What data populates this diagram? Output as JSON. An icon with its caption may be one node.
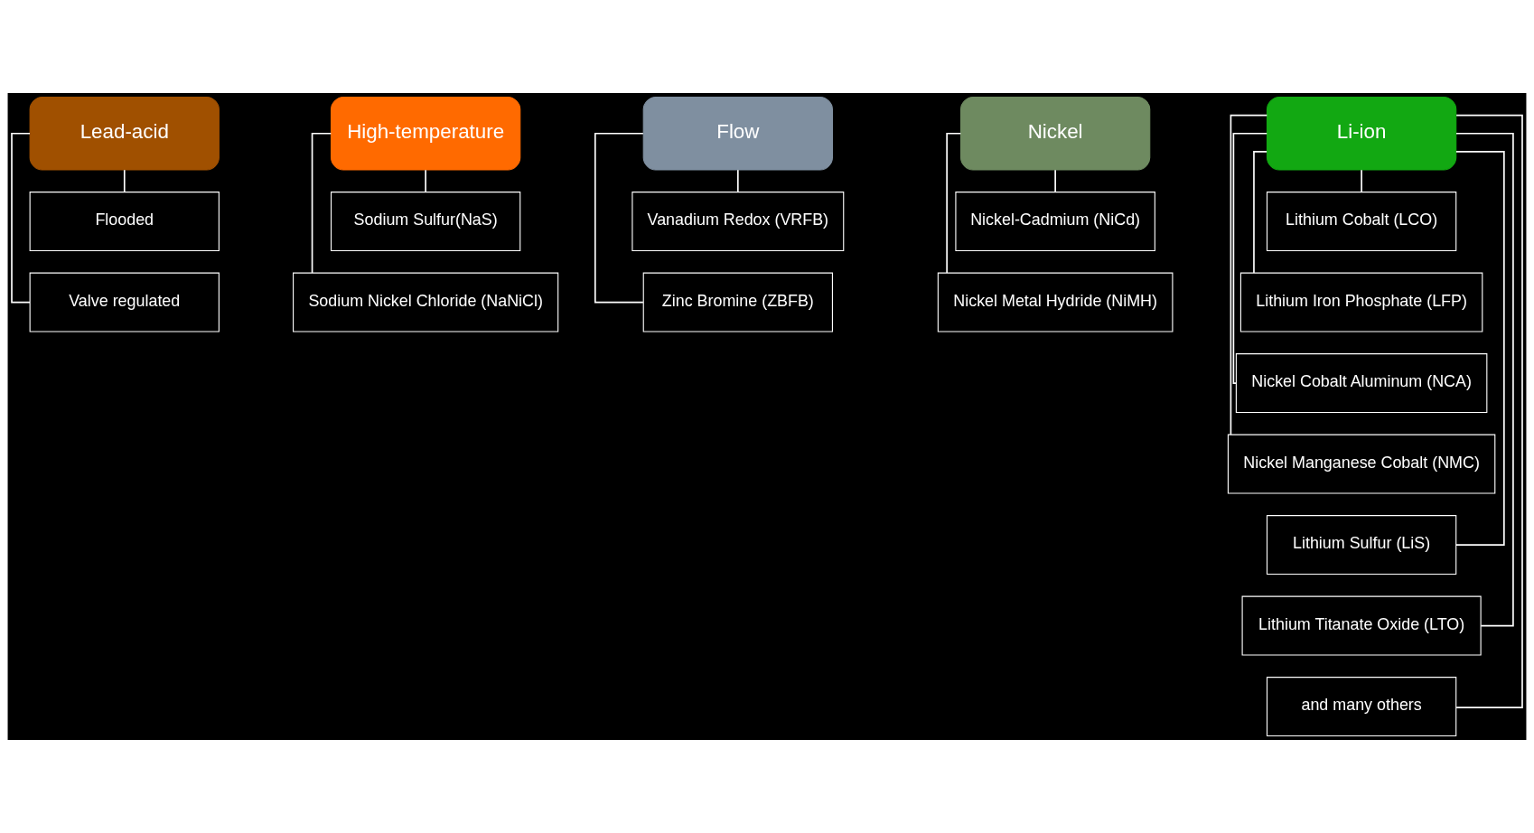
{
  "diagram": {
    "nodes": [
      {
        "text": [
          "Lead-acid"
        ]
      },
      {
        "text": [
          "Flooded"
        ]
      },
      {
        "text": [
          "Valve regulated"
        ]
      },
      {
        "text": [
          "High-temperature"
        ]
      },
      {
        "text": [
          "Sodium Sulfur(NaS)"
        ]
      },
      {
        "text": [
          "Sodium Nickel Chloride (NaNiCl)"
        ]
      },
      {
        "text": [
          "Flow"
        ]
      },
      {
        "text": [
          "Vanadium Redox (VRFB)"
        ]
      },
      {
        "text": [
          "Zinc Bromine (ZBFB)"
        ]
      },
      {
        "text": [
          "Nickel"
        ]
      },
      {
        "text": [
          "Nickel-Cadmium (NiCd)"
        ]
      },
      {
        "text": [
          "Nickel Metal Hydride (NiMH)"
        ]
      },
      {
        "text": [
          "Li-ion"
        ]
      },
      {
        "text": [
          "Lithium Cobalt (LCO)"
        ]
      },
      {
        "text": [
          "Lithium Iron Phosphate (LFP)"
        ]
      },
      {
        "text": [
          "Nickel Cobalt Aluminum (NCA)"
        ]
      },
      {
        "text": [
          "Nickel Manganese Cobalt (NMC)"
        ]
      },
      {
        "text": [
          "Lithium Sulfur (LiS)"
        ]
      },
      {
        "text": [
          "Lithium Titanate Oxide (LTO)"
        ]
      },
      {
        "text": [
          "and many others"
        ]
      }
    ],
    "edges": [
      {
        "from": 0,
        "to": 1,
        "arrow": "none"
      },
      {
        "from": 0,
        "to": 2,
        "arrow": "none"
      },
      {
        "from": 3,
        "to": 4,
        "arrow": "none"
      },
      {
        "from": 3,
        "to": 5,
        "arrow": "none"
      },
      {
        "from": 6,
        "to": 7,
        "arrow": "none"
      },
      {
        "from": 6,
        "to": 8,
        "arrow": "none"
      },
      {
        "from": 9,
        "to": 10,
        "arrow": "none"
      },
      {
        "from": 9,
        "to": 11,
        "arrow": "none"
      },
      {
        "from": 12,
        "to": 13,
        "arrow": "none"
      },
      {
        "from": 12,
        "to": 14,
        "arrow": "none"
      },
      {
        "from": 12,
        "to": 15,
        "arrow": "none"
      },
      {
        "from": 12,
        "to": 16,
        "arrow": "none"
      },
      {
        "from": 12,
        "to": 17,
        "arrow": "none"
      },
      {
        "from": 12,
        "to": 18,
        "arrow": "none"
      },
      {
        "from": 12,
        "to": 19,
        "arrow": "none"
      }
    ]
  }
}
